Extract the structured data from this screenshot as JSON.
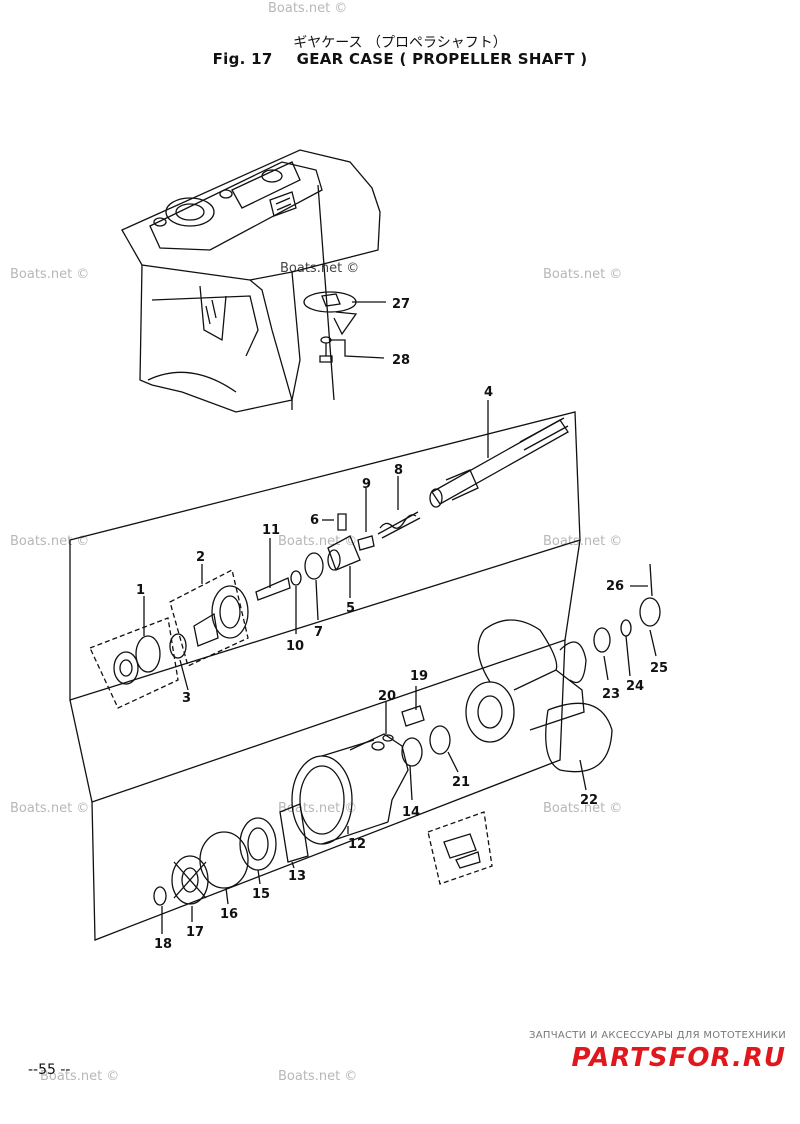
{
  "header": {
    "title_jp": "ギヤケース （プロペラシャフト）",
    "figure_no": "Fig. 17",
    "title_en": "GEAR CASE ( PROPELLER SHAFT )"
  },
  "callouts": [
    "1",
    "2",
    "3",
    "4",
    "5",
    "6",
    "7",
    "8",
    "9",
    "10",
    "11",
    "12",
    "13",
    "14",
    "15",
    "16",
    "17",
    "18",
    "19",
    "20",
    "21",
    "22",
    "23",
    "24",
    "25",
    "26",
    "27",
    "28"
  ],
  "watermark": "Boats.net ©",
  "page_number": "--55 --",
  "brand": {
    "tagline": "ЗАПЧАСТИ И АКСЕССУАРЫ ДЛЯ МОТОТЕХНИКИ",
    "name": "PARTSFOR.RU"
  },
  "colors": {
    "line": "#111111",
    "watermark": "#b7b7b7",
    "brand_red": "#e0171d"
  }
}
